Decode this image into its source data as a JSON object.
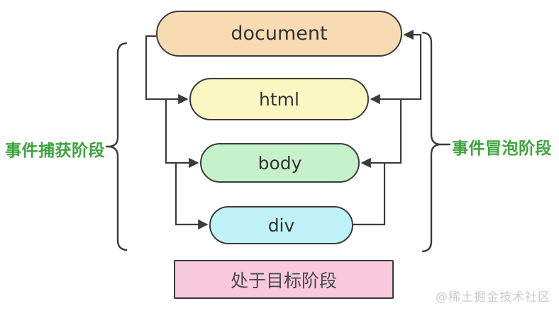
{
  "diagram": {
    "nodes": [
      {
        "id": "document",
        "label": "document",
        "fill": "#F8DBB2"
      },
      {
        "id": "html",
        "label": "html",
        "fill": "#FBF7C3"
      },
      {
        "id": "body",
        "label": "body",
        "fill": "#C5F1CB"
      },
      {
        "id": "div",
        "label": "div",
        "fill": "#BFF3F9"
      }
    ],
    "phases": {
      "capture": {
        "label": "事件捕获阶段",
        "color": "#3BA43B"
      },
      "bubble": {
        "label": "事件冒泡阶段",
        "color": "#3BA43B"
      }
    },
    "target": {
      "label": "处于目标阶段",
      "fill": "#F9C9DC",
      "text_color": "#4A4A4A"
    },
    "line_color": "#3B3B3B"
  },
  "watermark": {
    "text": "@稀土掘金技术社区",
    "color": "#CACACA"
  }
}
